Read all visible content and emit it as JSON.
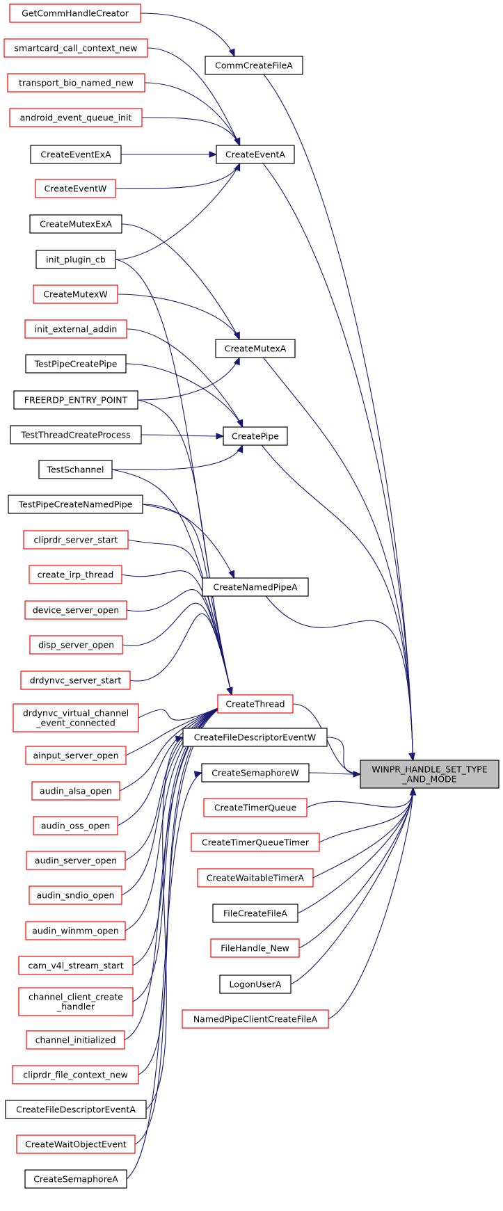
{
  "colors": {
    "edge": "#191970",
    "border_documented": "#000000",
    "border_undocumented": "#ff0000",
    "target_fill": "#bfbfbf",
    "node_fill": "#ffffff"
  },
  "target": {
    "id": "winpr_handle",
    "lines": [
      "WINPR_HANDLE_SET_TYPE",
      "_AND_MODE"
    ]
  },
  "nodes": [
    {
      "id": "GetCommHandleCreator",
      "lines": [
        "GetCommHandleCreator"
      ],
      "status": "undocumented"
    },
    {
      "id": "smartcard_call_context_new",
      "lines": [
        "smartcard_call_context_new"
      ],
      "status": "undocumented"
    },
    {
      "id": "transport_bio_named_new",
      "lines": [
        "transport_bio_named_new"
      ],
      "status": "undocumented"
    },
    {
      "id": "android_event_queue_init",
      "lines": [
        "android_event_queue_init"
      ],
      "status": "undocumented"
    },
    {
      "id": "CreateEventExA",
      "lines": [
        "CreateEventExA"
      ],
      "status": "documented"
    },
    {
      "id": "CreateEventW",
      "lines": [
        "CreateEventW"
      ],
      "status": "undocumented"
    },
    {
      "id": "CreateMutexExA",
      "lines": [
        "CreateMutexExA"
      ],
      "status": "documented"
    },
    {
      "id": "init_plugin_cb",
      "lines": [
        "init_plugin_cb"
      ],
      "status": "documented"
    },
    {
      "id": "CreateMutexW",
      "lines": [
        "CreateMutexW"
      ],
      "status": "undocumented"
    },
    {
      "id": "init_external_addin",
      "lines": [
        "init_external_addin"
      ],
      "status": "undocumented"
    },
    {
      "id": "TestPipeCreatePipe",
      "lines": [
        "TestPipeCreatePipe"
      ],
      "status": "documented"
    },
    {
      "id": "FREERDP_ENTRY_POINT",
      "lines": [
        "FREERDP_ENTRY_POINT"
      ],
      "status": "documented"
    },
    {
      "id": "TestThreadCreateProcess",
      "lines": [
        "TestThreadCreateProcess"
      ],
      "status": "documented"
    },
    {
      "id": "TestSchannel",
      "lines": [
        "TestSchannel"
      ],
      "status": "documented"
    },
    {
      "id": "TestPipeCreateNamedPipe",
      "lines": [
        "TestPipeCreateNamedPipe"
      ],
      "status": "documented"
    },
    {
      "id": "cliprdr_server_start",
      "lines": [
        "cliprdr_server_start"
      ],
      "status": "undocumented"
    },
    {
      "id": "create_irp_thread",
      "lines": [
        "create_irp_thread"
      ],
      "status": "undocumented"
    },
    {
      "id": "device_server_open",
      "lines": [
        "device_server_open"
      ],
      "status": "undocumented"
    },
    {
      "id": "disp_server_open",
      "lines": [
        "disp_server_open"
      ],
      "status": "undocumented"
    },
    {
      "id": "drdynvc_server_start",
      "lines": [
        "drdynvc_server_start"
      ],
      "status": "undocumented"
    },
    {
      "id": "drdynvc_virtual_channel",
      "lines": [
        "drdynvc_virtual_channel",
        "_event_connected"
      ],
      "status": "undocumented"
    },
    {
      "id": "ainput_server_open",
      "lines": [
        "ainput_server_open"
      ],
      "status": "undocumented"
    },
    {
      "id": "audin_alsa_open",
      "lines": [
        "audin_alsa_open"
      ],
      "status": "undocumented"
    },
    {
      "id": "audin_oss_open",
      "lines": [
        "audin_oss_open"
      ],
      "status": "undocumented"
    },
    {
      "id": "audin_server_open",
      "lines": [
        "audin_server_open"
      ],
      "status": "undocumented"
    },
    {
      "id": "audin_sndio_open",
      "lines": [
        "audin_sndio_open"
      ],
      "status": "undocumented"
    },
    {
      "id": "audin_winmm_open",
      "lines": [
        "audin_winmm_open"
      ],
      "status": "undocumented"
    },
    {
      "id": "cam_v4l_stream_start",
      "lines": [
        "cam_v4l_stream_start"
      ],
      "status": "undocumented"
    },
    {
      "id": "channel_client_create",
      "lines": [
        "channel_client_create",
        "_handler"
      ],
      "status": "undocumented"
    },
    {
      "id": "channel_initialized",
      "lines": [
        "channel_initialized"
      ],
      "status": "undocumented"
    },
    {
      "id": "cliprdr_file_context_new",
      "lines": [
        "cliprdr_file_context_new"
      ],
      "status": "undocumented"
    },
    {
      "id": "CreateFileDescriptorEventA",
      "lines": [
        "CreateFileDescriptorEventA"
      ],
      "status": "documented"
    },
    {
      "id": "CreateWaitObjectEvent",
      "lines": [
        "CreateWaitObjectEvent"
      ],
      "status": "undocumented"
    },
    {
      "id": "CreateSemaphoreA",
      "lines": [
        "CreateSemaphoreA"
      ],
      "status": "documented"
    },
    {
      "id": "CommCreateFileA",
      "lines": [
        "CommCreateFileA"
      ],
      "status": "documented"
    },
    {
      "id": "CreateEventA",
      "lines": [
        "CreateEventA"
      ],
      "status": "documented"
    },
    {
      "id": "CreateMutexA",
      "lines": [
        "CreateMutexA"
      ],
      "status": "documented"
    },
    {
      "id": "CreatePipe",
      "lines": [
        "CreatePipe"
      ],
      "status": "documented"
    },
    {
      "id": "CreateNamedPipeA",
      "lines": [
        "CreateNamedPipeA"
      ],
      "status": "documented"
    },
    {
      "id": "CreateThread",
      "lines": [
        "CreateThread"
      ],
      "status": "undocumented"
    },
    {
      "id": "CreateFileDescriptorEventW",
      "lines": [
        "CreateFileDescriptorEventW"
      ],
      "status": "documented"
    },
    {
      "id": "CreateSemaphoreW",
      "lines": [
        "CreateSemaphoreW"
      ],
      "status": "documented"
    },
    {
      "id": "CreateTimerQueue",
      "lines": [
        "CreateTimerQueue"
      ],
      "status": "undocumented"
    },
    {
      "id": "CreateTimerQueueTimer",
      "lines": [
        "CreateTimerQueueTimer"
      ],
      "status": "undocumented"
    },
    {
      "id": "CreateWaitableTimerA",
      "lines": [
        "CreateWaitableTimerA"
      ],
      "status": "undocumented"
    },
    {
      "id": "FileCreateFileA",
      "lines": [
        "FileCreateFileA"
      ],
      "status": "documented"
    },
    {
      "id": "FileHandle_New",
      "lines": [
        "FileHandle_New"
      ],
      "status": "undocumented"
    },
    {
      "id": "LogonUserA",
      "lines": [
        "LogonUserA"
      ],
      "status": "documented"
    },
    {
      "id": "NamedPipeClientCreateFileA",
      "lines": [
        "NamedPipeClientCreateFileA"
      ],
      "status": "undocumented"
    }
  ],
  "edges": [
    [
      "GetCommHandleCreator",
      "CommCreateFileA"
    ],
    [
      "smartcard_call_context_new",
      "CreateEventA"
    ],
    [
      "transport_bio_named_new",
      "CreateEventA"
    ],
    [
      "android_event_queue_init",
      "CreateEventA"
    ],
    [
      "CreateEventExA",
      "CreateEventA"
    ],
    [
      "CreateEventW",
      "CreateEventA"
    ],
    [
      "init_plugin_cb",
      "CreateEventA"
    ],
    [
      "CreateMutexExA",
      "CreateMutexA"
    ],
    [
      "CreateMutexW",
      "CreateMutexA"
    ],
    [
      "FREERDP_ENTRY_POINT",
      "CreateMutexA"
    ],
    [
      "init_external_addin",
      "CreatePipe"
    ],
    [
      "TestPipeCreatePipe",
      "CreatePipe"
    ],
    [
      "TestThreadCreateProcess",
      "CreatePipe"
    ],
    [
      "TestSchannel",
      "CreatePipe"
    ],
    [
      "TestPipeCreateNamedPipe",
      "CreateNamedPipeA"
    ],
    [
      "init_plugin_cb",
      "CreateThread"
    ],
    [
      "FREERDP_ENTRY_POINT",
      "CreateThread"
    ],
    [
      "TestSchannel",
      "CreateThread"
    ],
    [
      "TestPipeCreateNamedPipe",
      "CreateThread"
    ],
    [
      "cliprdr_server_start",
      "CreateThread"
    ],
    [
      "create_irp_thread",
      "CreateThread"
    ],
    [
      "device_server_open",
      "CreateThread"
    ],
    [
      "disp_server_open",
      "CreateThread"
    ],
    [
      "drdynvc_server_start",
      "CreateThread"
    ],
    [
      "drdynvc_virtual_channel",
      "CreateThread"
    ],
    [
      "ainput_server_open",
      "CreateThread"
    ],
    [
      "audin_alsa_open",
      "CreateThread"
    ],
    [
      "audin_oss_open",
      "CreateThread"
    ],
    [
      "audin_server_open",
      "CreateThread"
    ],
    [
      "audin_sndio_open",
      "CreateThread"
    ],
    [
      "audin_winmm_open",
      "CreateThread"
    ],
    [
      "cam_v4l_stream_start",
      "CreateThread"
    ],
    [
      "channel_client_create",
      "CreateThread"
    ],
    [
      "channel_initialized",
      "CreateThread"
    ],
    [
      "cliprdr_file_context_new",
      "CreateThread"
    ],
    [
      "CreateWaitObjectEvent",
      "CreateThread"
    ],
    [
      "CreateFileDescriptorEventA",
      "CreateFileDescriptorEventW"
    ],
    [
      "CreateSemaphoreA",
      "CreateSemaphoreW"
    ],
    [
      "CommCreateFileA",
      "winpr_handle"
    ],
    [
      "CreateEventA",
      "winpr_handle"
    ],
    [
      "CreateMutexA",
      "winpr_handle"
    ],
    [
      "CreatePipe",
      "winpr_handle"
    ],
    [
      "CreateNamedPipeA",
      "winpr_handle"
    ],
    [
      "CreateThread",
      "winpr_handle"
    ],
    [
      "CreateFileDescriptorEventW",
      "winpr_handle"
    ],
    [
      "CreateSemaphoreW",
      "winpr_handle"
    ],
    [
      "CreateTimerQueue",
      "winpr_handle"
    ],
    [
      "CreateTimerQueueTimer",
      "winpr_handle"
    ],
    [
      "CreateWaitableTimerA",
      "winpr_handle"
    ],
    [
      "FileCreateFileA",
      "winpr_handle"
    ],
    [
      "FileHandle_New",
      "winpr_handle"
    ],
    [
      "LogonUserA",
      "winpr_handle"
    ],
    [
      "NamedPipeClientCreateFileA",
      "winpr_handle"
    ]
  ]
}
